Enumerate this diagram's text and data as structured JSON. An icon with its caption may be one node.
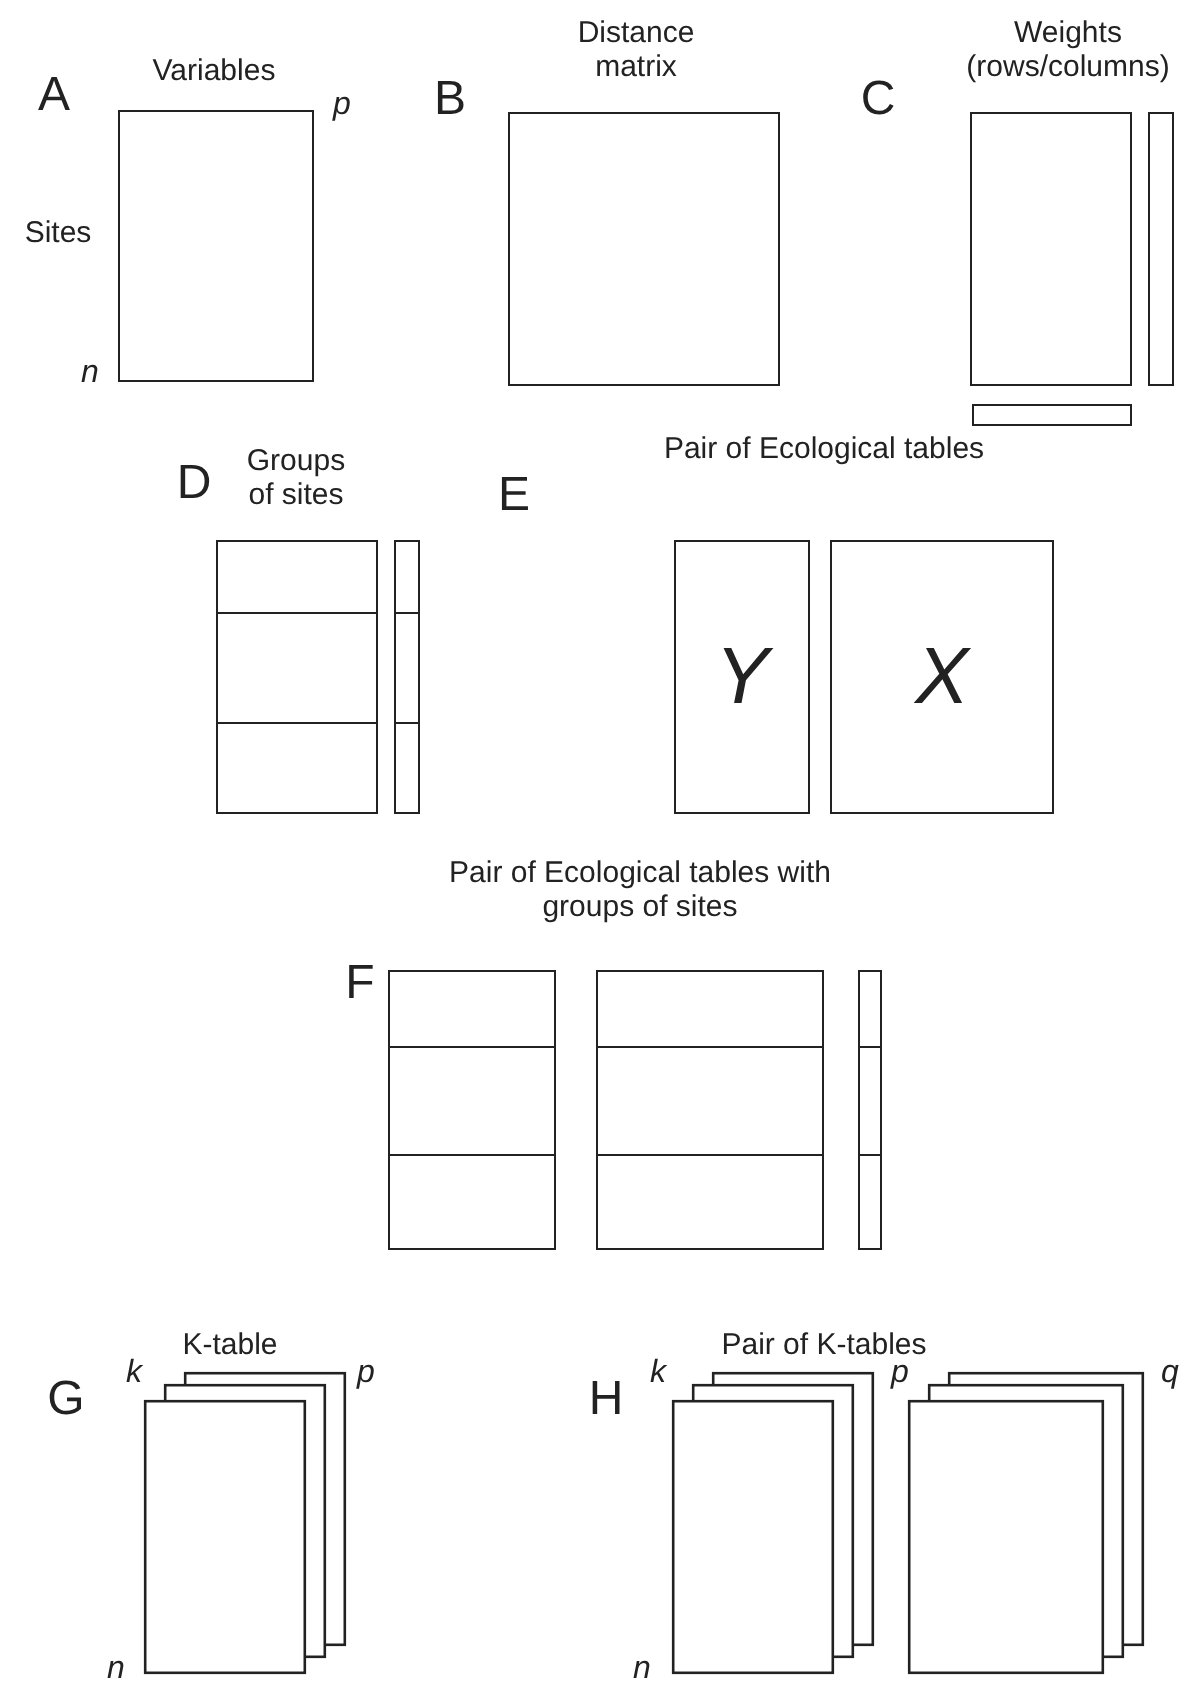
{
  "diagram": {
    "nodes": [
      {
        "text": [],
        "shape": "box"
      },
      {
        "text": [],
        "shape": "box"
      },
      {
        "text": [],
        "shape": "box"
      },
      {
        "text": [],
        "shape": "box"
      },
      {
        "text": [],
        "shape": "box"
      },
      {
        "text": [],
        "shape": "box"
      },
      {
        "text": [],
        "shape": "box"
      },
      {
        "text": [
          "Y"
        ]
      },
      {
        "text": [
          "X"
        ]
      },
      {
        "text": [],
        "shape": "box"
      },
      {
        "text": [],
        "shape": "box"
      },
      {
        "text": [],
        "shape": "box"
      },
      {
        "text": [],
        "shape": "stack"
      },
      {
        "text": [],
        "shape": "stack"
      },
      {
        "text": [],
        "shape": "stack"
      }
    ],
    "labels": [
      "A",
      "Variables",
      "p",
      "Sites",
      "n",
      "B",
      "Distance matrix",
      "C",
      "Weights (rows/columns)",
      "D",
      "Groups of sites",
      "E",
      "Pair of Ecological tables",
      "F",
      "Pair of Ecological tables with groups of sites",
      "G",
      "K-table",
      "k",
      "p",
      "n",
      "H",
      "Pair of K-tables",
      "k",
      "p",
      "q",
      "n"
    ]
  }
}
